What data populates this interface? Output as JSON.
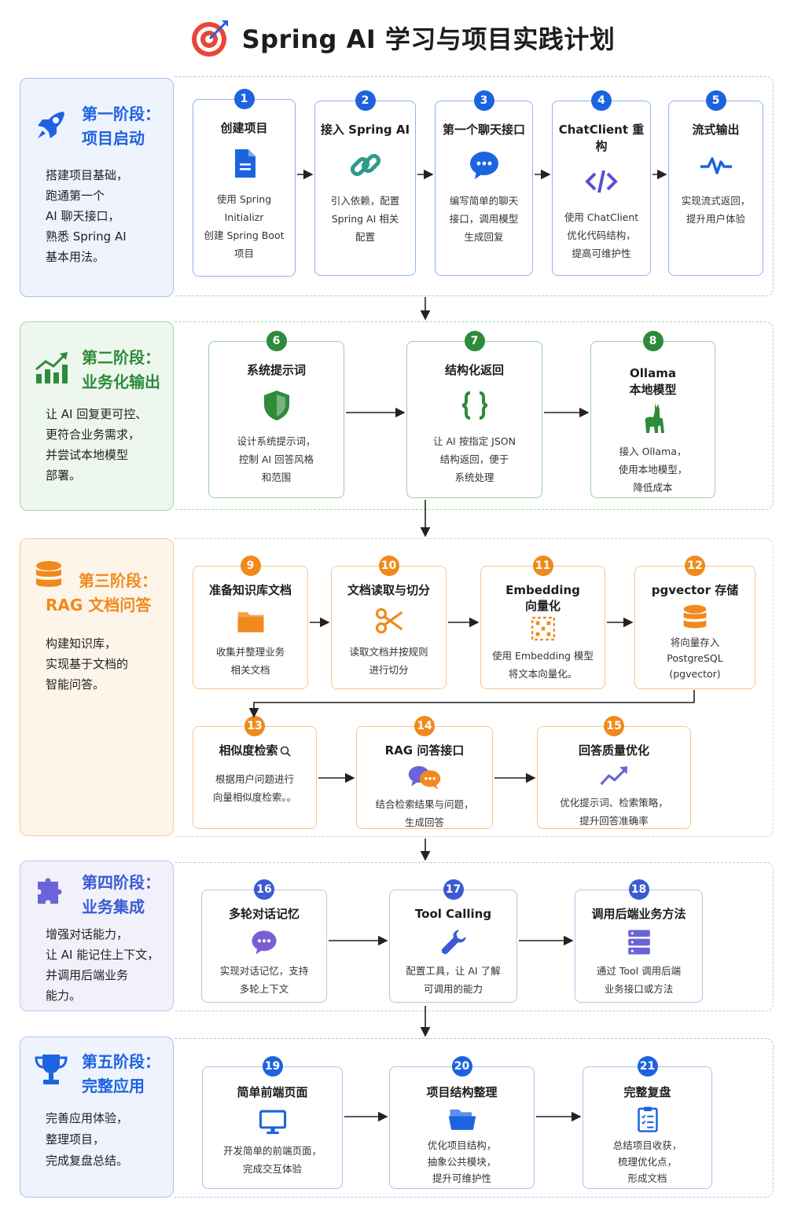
{
  "title": "Spring AI 学习与项目实践计划",
  "icons": {
    "title": "target-icon",
    "phase1": "rocket-icon",
    "phase2": "chart-up-icon",
    "phase3": "database-icon",
    "phase4": "puzzle-icon",
    "phase5": "trophy-icon"
  },
  "colors": {
    "phase1": "#1d63e0",
    "phase2": "#2e8b3a",
    "phase3": "#f08a1c",
    "phase4": "#3b5bd4",
    "phase5": "#1d63e0"
  },
  "phases": [
    {
      "title_l1": "第一阶段：",
      "title_l2": "项目启动",
      "desc": [
        "搭建项目基础，",
        "跑通第一个",
        "AI 聊天接口，",
        "熟悉 Spring AI",
        "基本用法。"
      ]
    },
    {
      "title_l1": "第二阶段：",
      "title_l2": "业务化输出",
      "desc": [
        "让 AI 回复更可控、",
        "更符合业务需求，",
        "并尝试本地模型",
        "部署。"
      ]
    },
    {
      "title_l1": "第三阶段：",
      "title_l2": "RAG 文档问答",
      "desc": [
        "构建知识库，",
        "实现基于文档的",
        "智能问答。"
      ]
    },
    {
      "title_l1": "第四阶段：",
      "title_l2": "业务集成",
      "desc": [
        "增强对话能力，",
        "让 AI 能记住上下文，",
        "并调用后端业务",
        "能力。"
      ]
    },
    {
      "title_l1": "第五阶段：",
      "title_l2": "完整应用",
      "desc": [
        "完善应用体验，",
        "整理项目，",
        "完成复盘总结。"
      ]
    }
  ],
  "steps": [
    {
      "num": "1",
      "title": "创建项目",
      "icon": "document-icon",
      "desc": [
        "使用 Spring Initializr",
        "创建 Spring Boot",
        "项目"
      ]
    },
    {
      "num": "2",
      "title": "接入 Spring AI",
      "icon": "link-icon",
      "desc": [
        "引入依赖，配置",
        "Spring AI 相关",
        "配置"
      ]
    },
    {
      "num": "3",
      "title": "第一个聊天接口",
      "icon": "chat-bubble-icon",
      "desc": [
        "编写简单的聊天",
        "接口，调用模型",
        "生成回复"
      ]
    },
    {
      "num": "4",
      "title": "ChatClient 重构",
      "icon": "code-icon",
      "desc": [
        "使用 ChatClient",
        "优化代码结构，",
        "提高可维护性"
      ]
    },
    {
      "num": "5",
      "title": "流式输出",
      "icon": "pulse-icon",
      "desc": [
        "实现流式返回，",
        "提升用户体验"
      ]
    },
    {
      "num": "6",
      "title": "系统提示词",
      "icon": "shield-icon",
      "desc": [
        "设计系统提示词，",
        "控制 AI 回答风格",
        "和范围"
      ]
    },
    {
      "num": "7",
      "title": "结构化返回",
      "icon": "braces-icon",
      "desc": [
        "让 AI 按指定 JSON",
        "结构返回，便于",
        "系统处理"
      ]
    },
    {
      "num": "8",
      "title": "Ollama",
      "title2": "本地模型",
      "icon": "llama-icon",
      "desc": [
        "接入 Ollama，",
        "使用本地模型，",
        "降低成本"
      ]
    },
    {
      "num": "9",
      "title": "准备知识库文档",
      "icon": "folder-icon",
      "desc": [
        "收集并整理业务",
        "相关文档"
      ]
    },
    {
      "num": "10",
      "title": "文档读取与切分",
      "icon": "scissors-icon",
      "desc": [
        "读取文档并按规则",
        "进行切分"
      ]
    },
    {
      "num": "11",
      "title": "Embedding",
      "title2": "向量化",
      "icon": "vector-icon",
      "desc": [
        "使用 Embedding 模型",
        "将文本向量化。"
      ]
    },
    {
      "num": "12",
      "title": "pgvector 存储",
      "icon": "database-icon",
      "desc": [
        "将向量存入",
        "PostgreSQL",
        "(pgvector)"
      ]
    },
    {
      "num": "13",
      "title": "相似度检索",
      "icon": "search-icon",
      "desc": [
        "根据用户问题进行",
        "向量相似度检索。。"
      ]
    },
    {
      "num": "14",
      "title": "RAG 问答接口",
      "icon": "chats-icon",
      "desc": [
        "结合检索结果与问题，",
        "生成回答"
      ]
    },
    {
      "num": "15",
      "title": "回答质量优化",
      "icon": "trend-up-icon",
      "desc": [
        "优化提示词、检索策略，",
        "提升回答准确率"
      ]
    },
    {
      "num": "16",
      "title": "多轮对话记忆",
      "icon": "chat-bubble-icon",
      "desc": [
        "实现对话记忆，支持",
        "多轮上下文"
      ]
    },
    {
      "num": "17",
      "title": "Tool Calling",
      "icon": "wrench-icon",
      "desc": [
        "配置工具，让 AI 了解",
        "可调用的能力"
      ]
    },
    {
      "num": "18",
      "title": "调用后端业务方法",
      "icon": "server-icon",
      "desc": [
        "通过 Tool 调用后端",
        "业务接口或方法"
      ]
    },
    {
      "num": "19",
      "title": "简单前端页面",
      "icon": "monitor-icon",
      "desc": [
        "开发简单的前端页面，",
        "完成交互体验"
      ]
    },
    {
      "num": "20",
      "title": "项目结构整理",
      "icon": "folder-open-icon",
      "desc": [
        "优化项目结构，",
        "抽象公共模块，",
        "提升可维护性"
      ]
    },
    {
      "num": "21",
      "title": "完整复盘",
      "icon": "clipboard-icon",
      "desc": [
        "总结项目收获，",
        "梳理优化点，",
        "形成文档"
      ]
    }
  ]
}
